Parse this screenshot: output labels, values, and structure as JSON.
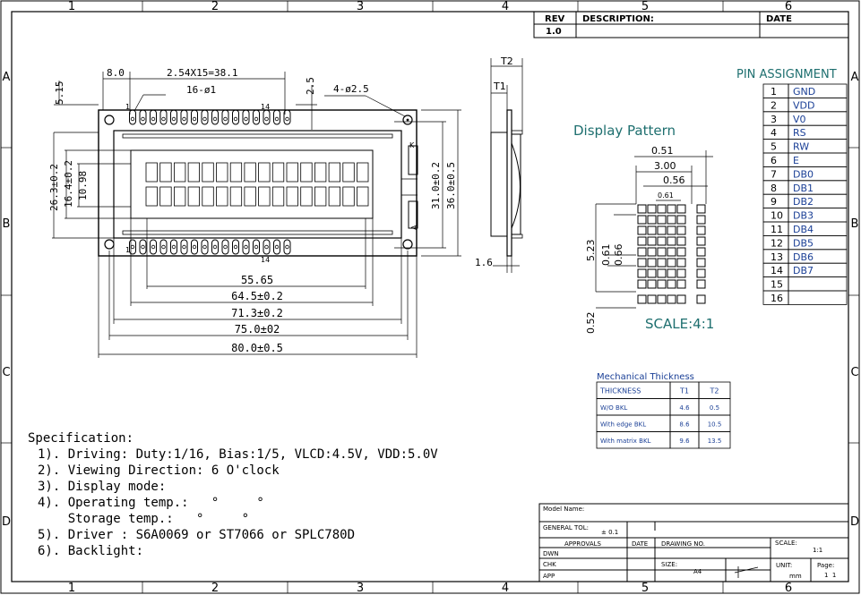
{
  "border": {
    "cols": [
      "1",
      "2",
      "3",
      "4",
      "5",
      "6"
    ],
    "rows": [
      "A",
      "B",
      "C",
      "D"
    ]
  },
  "rev_block": {
    "headers": [
      "REV",
      "DESCRIPTION:",
      "DATE"
    ],
    "row": [
      "1.0",
      "",
      ""
    ]
  },
  "front_view": {
    "dim_8_0": "8.0",
    "dim_pitch": "2.54X15=38.1",
    "dim_holes": "16-ø1",
    "dim_5_15": "5.15",
    "dim_2_5": "2.5",
    "dim_mount": "4-ø2.5",
    "pin_1_top": "1",
    "pin_14_top": "14",
    "pin_1_bot": "1",
    "pin_14_bot": "14",
    "dim_26_3": "26.3±0.2",
    "dim_16_4": "16.4±0.2",
    "dim_10_98": "10.98",
    "dim_31_0": "31.0±0.2",
    "dim_36_0": "36.0±0.5",
    "label_k": "K",
    "label_a": "A",
    "dim_55_65": "55.65",
    "dim_64_5": "64.5±0.2",
    "dim_71_3": "71.3±0.2",
    "dim_75_0": "75.0±02",
    "dim_80_0": "80.0±0.5"
  },
  "side_view": {
    "t2": "T2",
    "t1": "T1",
    "dim_1_6": "1.6"
  },
  "display_pattern": {
    "title": "Display Pattern",
    "dim_0_51": "0.51",
    "dim_3_00": "3.00",
    "dim_0_56": "0.56",
    "dim_0_61_top": "0.61",
    "dim_5_23": "5.23",
    "dim_0_61": "0.61",
    "dim_0_66": "0.66",
    "dim_0_52": "0.52",
    "scale": "SCALE:4:1"
  },
  "pin_assignment": {
    "title": "PIN ASSIGNMENT",
    "rows": [
      [
        "1",
        "GND"
      ],
      [
        "2",
        "VDD"
      ],
      [
        "3",
        "V0"
      ],
      [
        "4",
        "RS"
      ],
      [
        "5",
        "RW"
      ],
      [
        "6",
        "E"
      ],
      [
        "7",
        "DB0"
      ],
      [
        "8",
        "DB1"
      ],
      [
        "9",
        "DB2"
      ],
      [
        "10",
        "DB3"
      ],
      [
        "11",
        "DB4"
      ],
      [
        "12",
        "DB5"
      ],
      [
        "13",
        "DB6"
      ],
      [
        "14",
        "DB7"
      ],
      [
        "15",
        ""
      ],
      [
        "16",
        ""
      ]
    ]
  },
  "thickness": {
    "title": "Mechanical Thickness",
    "headers": [
      "THICKNESS",
      "T1",
      "T2"
    ],
    "rows": [
      [
        "W/O BKL",
        "4.6",
        "0.5"
      ],
      [
        "With edge BKL",
        "8.6",
        "10.5"
      ],
      [
        "With matrix BKL",
        "9.6",
        "13.5"
      ]
    ]
  },
  "specification": {
    "title": "Specification:",
    "lines": [
      "1). Driving: Duty:1/16, Bias:1/5, VLCD:4.5V, VDD:5.0V",
      "2). Viewing Direction: 6 O'clock",
      "3). Display mode:",
      "4). Operating temp.:   °     °",
      "    Storage temp.:   °     °",
      "5). Driver : S6A0069 or ST7066 or SPLC780D",
      "6). Backlight:"
    ]
  },
  "title_block": {
    "model_name": "Model Name:",
    "general_tol": "GENERAL TOL:",
    "tol_value": "± 0.1",
    "approvals": "APPROVALS",
    "date": "DATE",
    "drawing_no": "DRAWING NO.",
    "scale_label": "SCALE:",
    "scale_value": "1:1",
    "dwn": "DWN",
    "chk": "CHK",
    "app": "APP",
    "size_label": "SIZE:",
    "size_value": "A4",
    "unit_label": "UNIT:",
    "unit_value": "mm",
    "page_label": "Page:",
    "page_value": "1  1"
  }
}
